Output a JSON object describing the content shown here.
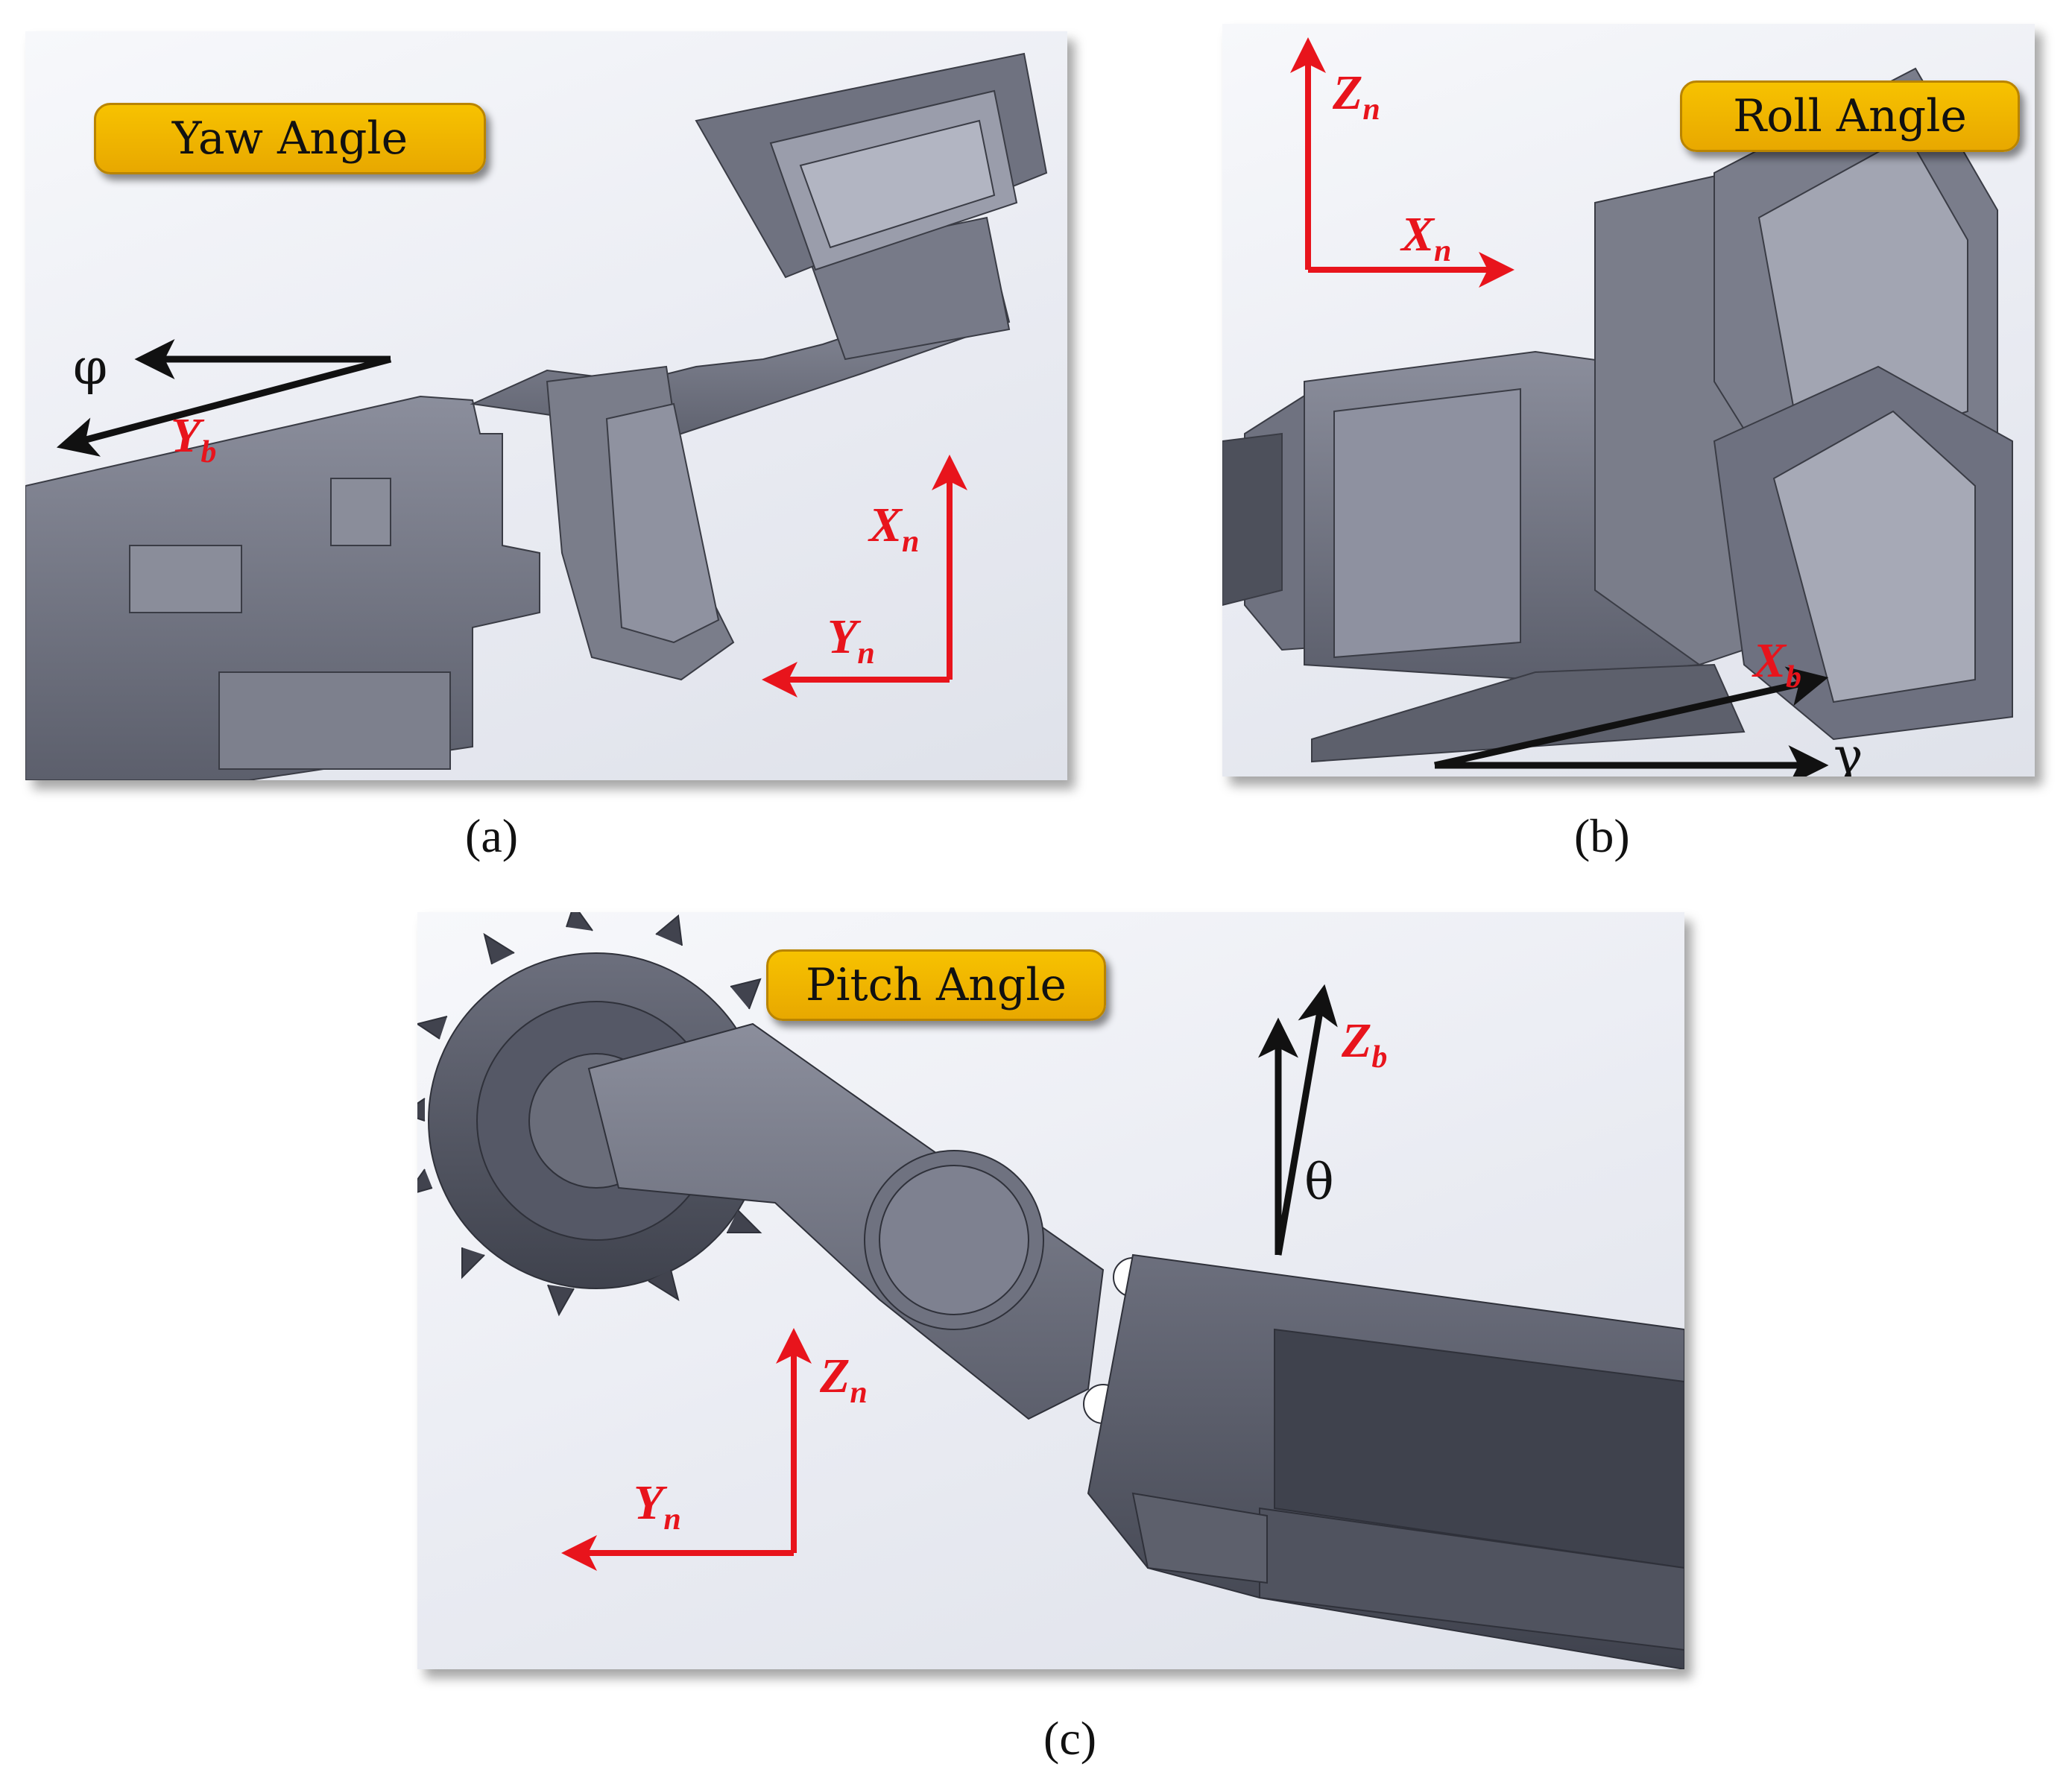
{
  "panel_a": {
    "badge": "Yaw Angle",
    "caption": "(a)",
    "angle_symbol": "φ",
    "labels": {
      "Yb_main": "Y",
      "Yb_sub": "b",
      "Xn_main": "X",
      "Xn_sub": "n",
      "Yn_main": "Y",
      "Yn_sub": "n"
    }
  },
  "panel_b": {
    "badge": "Roll Angle",
    "caption": "(b)",
    "angle_symbol": "γ",
    "labels": {
      "Zn_main": "Z",
      "Zn_sub": "n",
      "Xn_main": "X",
      "Xn_sub": "n",
      "Xb_main": "X",
      "Xb_sub": "b"
    }
  },
  "panel_c": {
    "badge": "Pitch Angle",
    "caption": "(c)",
    "angle_symbol": "θ",
    "labels": {
      "Zb_main": "Z",
      "Zb_sub": "b",
      "Zn_main": "Z",
      "Zn_sub": "n",
      "Yn_main": "Y",
      "Yn_sub": "n"
    }
  },
  "colors": {
    "axis_red": "#e8141c",
    "axis_black": "#111111",
    "badge_gold": "#f2b800",
    "machine_grey": "#6b6e7c"
  }
}
